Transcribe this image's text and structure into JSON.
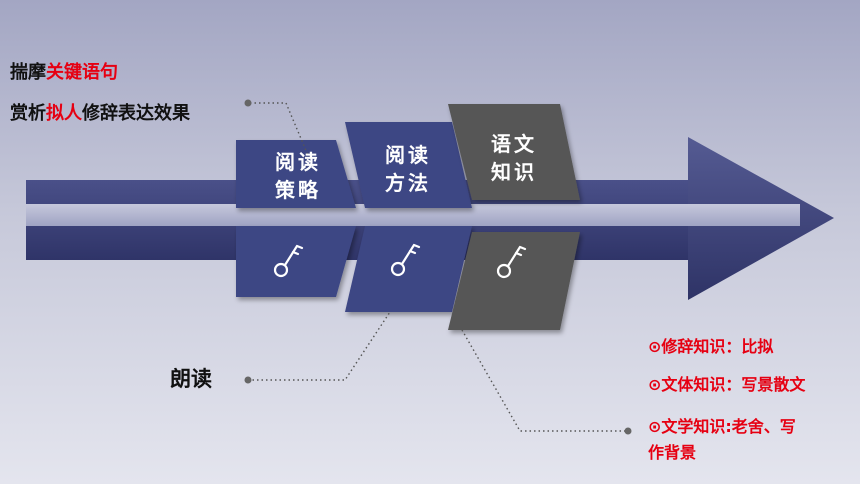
{
  "left_notes": {
    "line1_prefix": "揣摩",
    "line1_highlight": "关键语句",
    "line2_prefix": "赏析",
    "line2_highlight": "拟人",
    "line2_suffix": "修辞表达效果",
    "bottom_label": "朗读"
  },
  "tiles": [
    {
      "line1": "阅读",
      "line2": "策略",
      "icon": "key-icon"
    },
    {
      "line1": "阅读",
      "line2": "方法",
      "icon": "key-icon"
    },
    {
      "line1": "语文",
      "line2": "知识",
      "icon": "key-icon"
    }
  ],
  "right_notes": {
    "item1": "⊙修辞知识：比拟",
    "item2": "⊙文体知识：写景散文",
    "item3_line1": "⊙文学知识:老舍、写",
    "item3_line2": "作背景"
  },
  "colors": {
    "arrow": "#3c4178",
    "tile_blue": "#3d4684",
    "tile_gray": "#565656",
    "highlight": "#e60012"
  }
}
